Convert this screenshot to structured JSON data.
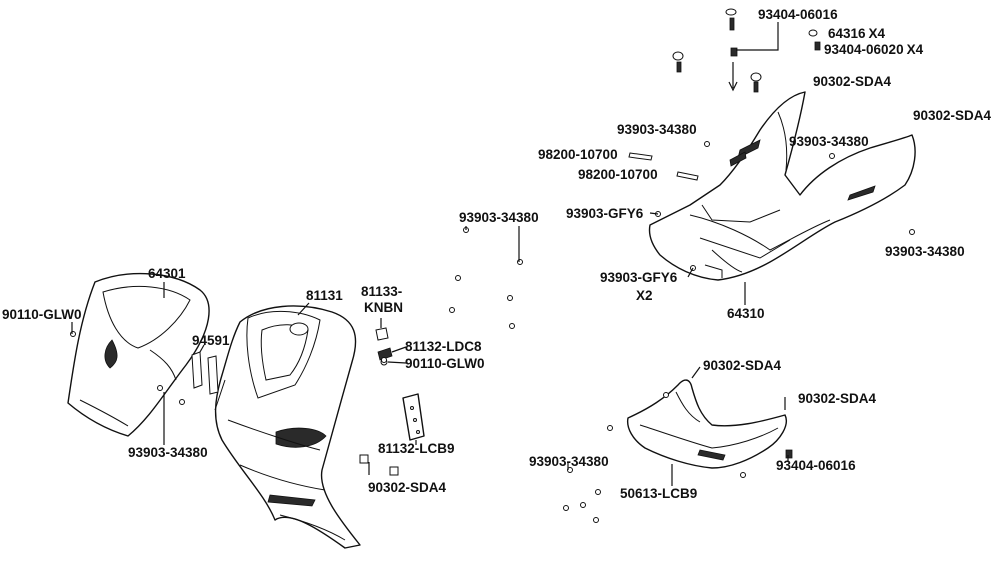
{
  "parts": {
    "p93404_06016_top": "93404-06016",
    "p64316": "64316",
    "p64316_qty": "X4",
    "p93404_06020": "93404-06020",
    "p93404_06020_qty": "X4",
    "p90302_sda4_a": "90302-SDA4",
    "p90302_sda4_b": "90302-SDA4",
    "p93903_34380_a": "93903-34380",
    "p93903_34380_b": "93903-34380",
    "p98200_10700_a": "98200-10700",
    "p98200_10700_b": "98200-10700",
    "p93903_gfy6_a": "93903-GFY6",
    "p93903_34380_c": "93903-34380",
    "p93903_34380_d": "93903-34380",
    "p93903_gfy6_b": "93903-GFY6",
    "p93903_gfy6_b_qty": "X2",
    "p64310": "64310",
    "p64301": "64301",
    "p81131": "81131",
    "p81133_l1": "81133-",
    "p81133_l2": "KNBN",
    "p90110_glw0_a": "90110-GLW0",
    "p81132_ldc8": "81132-LDC8",
    "p90110_glw0_b": "90110-GLW0",
    "p94591": "94591",
    "p81132_lcb9": "81132-LCB9",
    "p93903_34380_e": "93903-34380",
    "p90302_sda4_c": "90302-SDA4",
    "p90302_sda4_d": "90302-SDA4",
    "p90302_sda4_e": "90302-SDA4",
    "p93903_34380_f": "93903-34380",
    "p93404_06016_b": "93404-06016",
    "p50613_lcb9": "50613-LCB9"
  }
}
